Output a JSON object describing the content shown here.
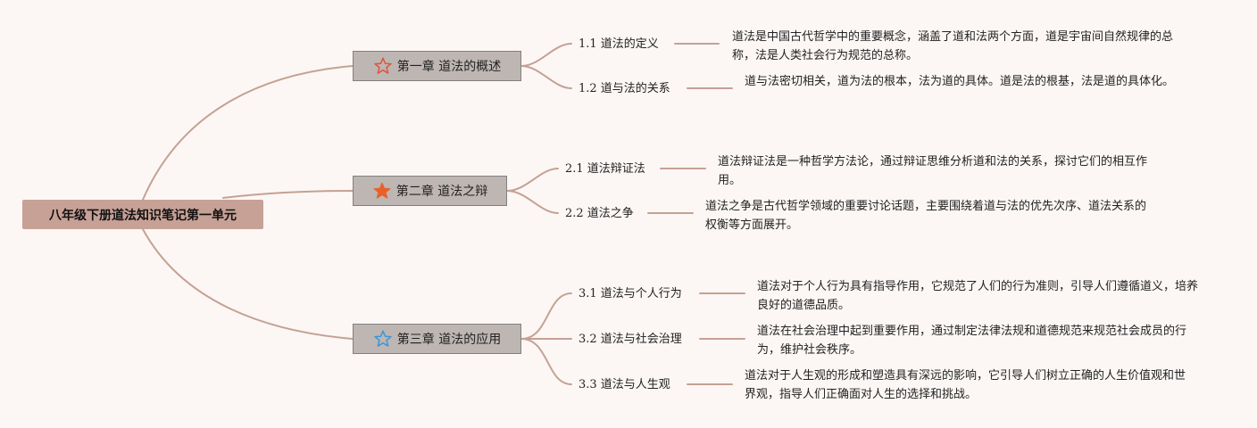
{
  "root": {
    "title": "八年级下册道法知识笔记第一单元"
  },
  "chapters": [
    {
      "title": "第一章 道法的概述",
      "icon": "star-outline-icon",
      "icon_color": "#e0513a",
      "sections": [
        {
          "label": "1.1 道法的定义",
          "desc": "道法是中国古代哲学中的重要概念，涵盖了道和法两个方面，道是宇宙间自然规律的总称，法是人类社会行为规范的总称。"
        },
        {
          "label": "1.2 道与法的关系",
          "desc": "道与法密切相关，道为法的根本，法为道的具体。道是法的根基，法是道的具体化。"
        }
      ]
    },
    {
      "title": "第二章 道法之辩",
      "icon": "star-filled-icon",
      "icon_color": "#e8602c",
      "sections": [
        {
          "label": "2.1 道法辩证法",
          "desc": "道法辩证法是一种哲学方法论，通过辩证思维分析道和法的关系，探讨它们的相互作用。"
        },
        {
          "label": "2.2 道法之争",
          "desc": "道法之争是古代哲学领域的重要讨论话题，主要围绕着道与法的优先次序、道法关系的权衡等方面展开。"
        }
      ]
    },
    {
      "title": "第三章 道法的应用",
      "icon": "star-outline-icon",
      "icon_color": "#3c95d6",
      "sections": [
        {
          "label": "3.1 道法与个人行为",
          "desc": "道法对于个人行为具有指导作用，它规范了人们的行为准则，引导人们遵循道义，培养良好的道德品质。"
        },
        {
          "label": "3.2 道法与社会治理",
          "desc": "道法在社会治理中起到重要作用，通过制定法律法规和道德规范来规范社会成员的行为，维护社会秩序。"
        },
        {
          "label": "3.3 道法与人生观",
          "desc": "道法对于人生观的形成和塑造具有深远的影响，它引导人们树立正确的人生价值观和世界观，指导人们正确面对人生的选择和挑战。"
        }
      ]
    }
  ]
}
